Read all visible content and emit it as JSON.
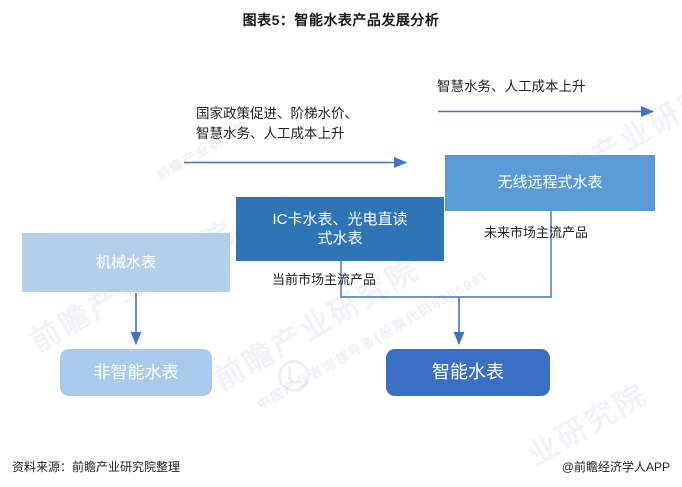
{
  "chart_data": {
    "type": "diagram",
    "title": "图表5：智能水表产品发展分析",
    "nodes": [
      {
        "id": "mechanical",
        "label": "机械水表",
        "color": "#b6cfe8",
        "stage": 1
      },
      {
        "id": "ic_photo",
        "label": "IC卡水表、光电直读式水表",
        "color": "#2e75b6",
        "stage": 2
      },
      {
        "id": "wireless",
        "label": "无线远程式水表",
        "color": "#5b9bd5",
        "stage": 3
      },
      {
        "id": "non_smart",
        "label": "非智能水表",
        "color": "#a8cbeb",
        "stage": "outcome"
      },
      {
        "id": "smart",
        "label": "智能水表",
        "color": "#3b6fc4",
        "stage": "outcome"
      }
    ],
    "edge_labels": [
      {
        "id": "drivers_left",
        "text": "国家政策促进、阶梯水价、\n智慧水务、人工成本上升"
      },
      {
        "id": "drivers_right",
        "text": "智慧水务、人工成本上升"
      },
      {
        "id": "current",
        "text": "当前市场主流产品"
      },
      {
        "id": "future",
        "text": "未来市场主流产品"
      }
    ],
    "accent_color": "#4472c4"
  },
  "header": {
    "title": "图表5：智能水表产品发展分析"
  },
  "nodes": {
    "mechanical": "机械水表",
    "ic_photo_line1": "IC卡水表、光电直读",
    "ic_photo_line2": "式水表",
    "wireless": "无线远程式水表",
    "non_smart": "非智能水表",
    "smart": "智能水表"
  },
  "labels": {
    "drivers_left_line1": "国家政策促进、阶梯水价、",
    "drivers_left_line2": "智慧水务、人工成本上升",
    "drivers_right": "智慧水务、人工成本上升",
    "current_mainstream": "当前市场主流产品",
    "future_mainstream": "未来市场主流产品"
  },
  "footer": {
    "source": "资料来源：前瞻产业研究院整理",
    "credit": "@前瞻经济学人APP"
  },
  "watermarks": {
    "brand_1": "前瞻产业研究院",
    "brand_2": "前瞻产业研究院",
    "brand_3": "前瞻产业研究院",
    "brand_4": "中国产业咨询领导者(股票代码835599)",
    "brand_5": "前瞻产业研究院",
    "brand_6": "业研究院",
    "brand_7": "前瞻经济学人APP"
  }
}
